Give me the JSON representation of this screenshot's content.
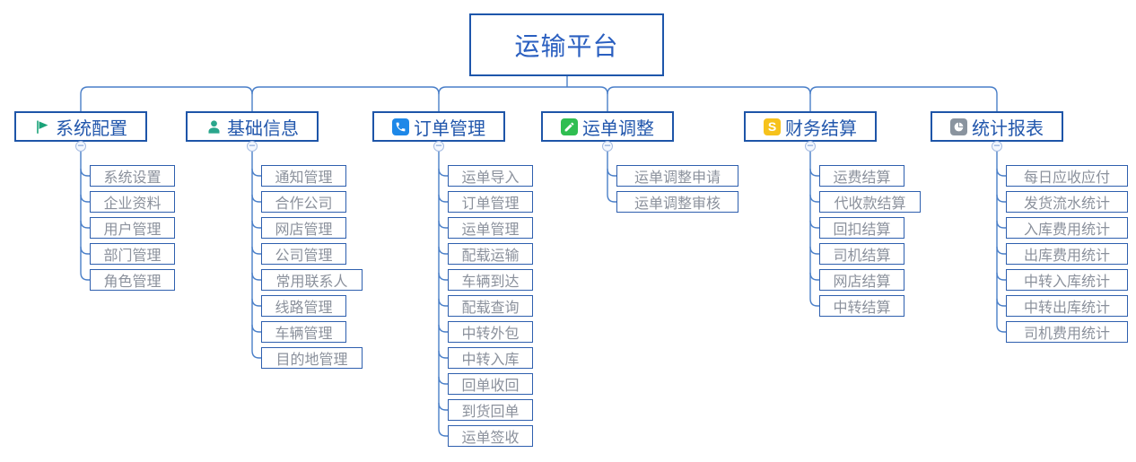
{
  "root": {
    "label": "运输平台"
  },
  "ui": {
    "collapse_glyph": "−"
  },
  "icons": {
    "dollar_glyph": "S"
  },
  "colors": {
    "line": "#4a7fc8",
    "node_border": "#1e55a8",
    "child_border": "#2e5fae",
    "root_text": "#2a5fc0",
    "branch_text": "#2257ac",
    "child_text": "#8b919c"
  },
  "branches": [
    {
      "label": "系统配置",
      "icon": "flag-icon",
      "icon_color": "#1aa379",
      "children": [
        "系统设置",
        "企业资料",
        "用户管理",
        "部门管理",
        "角色管理"
      ]
    },
    {
      "label": "基础信息",
      "icon": "user-icon",
      "icon_color": "#2aa68c",
      "children": [
        "通知管理",
        "合作公司",
        "网店管理",
        "公司管理",
        "常用联系人",
        "线路管理",
        "车辆管理",
        "目的地管理"
      ]
    },
    {
      "label": "订单管理",
      "icon": "phone-icon",
      "icon_color": "#1e88e8",
      "children": [
        "运单导入",
        "订单管理",
        "运单管理",
        "配载运输",
        "车辆到达",
        "配载查询",
        "中转外包",
        "中转入库",
        "回单收回",
        "到货回单",
        "运单签收"
      ]
    },
    {
      "label": "运单调整",
      "icon": "pencil-icon",
      "icon_color": "#2fbe51",
      "children": [
        "运单调整申请",
        "运单调整审核"
      ]
    },
    {
      "label": "财务结算",
      "icon": "dollar-icon",
      "icon_color": "#f6c21c",
      "children": [
        "运费结算",
        "代收款结算",
        "回扣结算",
        "司机结算",
        "网店结算",
        "中转结算"
      ]
    },
    {
      "label": "统计报表",
      "icon": "pie-icon",
      "icon_color": "#8a949f",
      "children": [
        "每日应收应付",
        "发货流水统计",
        "入库费用统计",
        "出库费用统计",
        "中转入库统计",
        "中转出库统计",
        "司机费用统计"
      ]
    }
  ]
}
